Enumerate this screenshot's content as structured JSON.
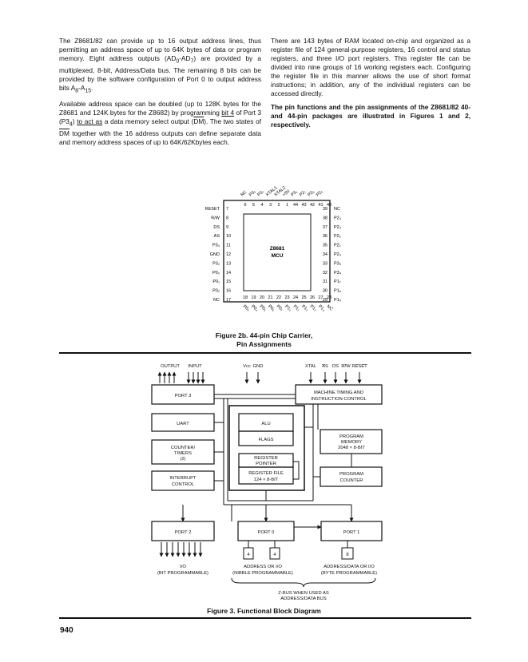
{
  "left_column": {
    "para1_pre": "The Z8681/82 can provide up to 16 output address lines, thus permitting an address space of up to 64K bytes of data or program memory. Eight address outputs (AD",
    "para1_mid": ") are provided by a multiplexed, 8-bit, Address/Data bus. The remaining 8 bits can be provided by the software configuration of Port 0 to output address bits A",
    "para1_end": ".",
    "sub_0": "0",
    "sub_dash": "-AD",
    "sub_7": "7",
    "sub_8": "8",
    "sub_a": "-A",
    "sub_15": "15",
    "para2_a": "Available address space can be doubled (up to 128K bytes for the Z8681 and 124K bytes for the Z8682) by programming ",
    "para2_bit4": "bit 4",
    "para2_b": " of Port 3 (P3",
    "para2_sub4": "4",
    "para2_c": ") ",
    "para2_actas": "to act as",
    "para2_d": " a data memory select output (",
    "dm": "DM",
    "para2_e": "). The two states of ",
    "para2_f": " together with the 16 address outputs can define separate data and memory address spaces of up to 64K/62Kbytes each."
  },
  "right_column": {
    "para1": "There are 143 bytes of RAM located on-chip and organized as a register file of 124 general-purpose registers, 16 control and status registers, and three I/O port registers. This register file can be divided into nine groups of 16 working registers each. Configuring the register file in this manner allows the use of short format instructions; in addition, any of the individual registers can be accessed directly.",
    "para2": "The pin functions and the pin assignments of the Z8681/82 40- and 44-pin packages are illustrated in Figures 1 and 2, respectively."
  },
  "figure2b": {
    "caption_line1": "Figure 2b. 44-pin Chip Carrier,",
    "caption_line2": "Pin Assignments",
    "chip_label1": "Z8681",
    "chip_label2": "MCU",
    "top_signals": [
      "NC",
      "P3₅",
      "P3₇",
      "XTAL1",
      "XTAL2",
      "+5V",
      "P3₁",
      "P2₇",
      "P2₆",
      "P2₅"
    ],
    "top_pins": [
      "6",
      "5",
      "4",
      "3",
      "2",
      "1",
      "44",
      "43",
      "42",
      "41",
      "40"
    ],
    "left_signals": [
      "RESET",
      "R/W",
      "DS",
      "AS",
      "P3₄",
      "GND",
      "P3₂",
      "P0₀",
      "P0₁",
      "P0₂",
      "NC"
    ],
    "left_pins": [
      "7",
      "8",
      "9",
      "10",
      "11",
      "12",
      "13",
      "14",
      "15",
      "16",
      "17"
    ],
    "right_signals": [
      "NC",
      "P2₄",
      "P2₃",
      "P2₂",
      "P2₁",
      "P2₀",
      "P3₃",
      "P3₄",
      "P1₇",
      "P1₆",
      "P1₅"
    ],
    "right_pins": [
      "39",
      "38",
      "37",
      "36",
      "35",
      "34",
      "33",
      "32",
      "31",
      "30",
      "29"
    ],
    "bottom_pins": [
      "18",
      "19",
      "20",
      "21",
      "22",
      "23",
      "24",
      "25",
      "26",
      "27",
      "28"
    ],
    "bottom_signals": [
      "P0₃",
      "P0₄",
      "P0₅",
      "P0₆",
      "P0₇",
      "P1₀",
      "P1₁",
      "P1₂",
      "P1₃",
      "P1₄",
      "NC"
    ]
  },
  "figure3": {
    "caption": "Figure 3. Functional Block Diagram",
    "output_label": "OUTPUT",
    "input_label": "INPUT",
    "vcc_label": "Vcc",
    "gnd_label": "GND",
    "xtal_label": "XTAL",
    "as_label": "AS",
    "ds_label": "DS",
    "rw_label": "R/W",
    "reset_label": "RESET",
    "port3": "PORT 3",
    "uart": "UART",
    "counter_l1": "COUNTER/",
    "counter_l2": "TIMERS",
    "counter_l3": "(2)",
    "interrupt_l1": "INTERRUPT",
    "interrupt_l2": "CONTROL",
    "alu": "ALU",
    "flags": "FLAGS",
    "regptr_l1": "REGISTER",
    "regptr_l2": "POINTER",
    "regfile_l1": "REGISTER FILE",
    "regfile_l2": "124 × 8-BIT",
    "timing_l1": "MACHINE TIMING AND",
    "timing_l2": "INSTRUCTION CONTROL",
    "progmem_l1": "PROGRAM",
    "progmem_l2": "MEMORY",
    "progmem_l3": "2048 × 8-BIT",
    "progctr_l1": "PROGRAM",
    "progctr_l2": "COUNTER",
    "port2": "PORT 2",
    "port0": "PORT 0",
    "port1": "PORT 1",
    "bus4a": "4",
    "bus4b": "4",
    "bus8": "8",
    "io_l1": "I/O",
    "io_l2": "(BIT PROGRAMMABLE)",
    "addr_l1": "ADDRESS OR I/O",
    "addr_l2": "(NIBBLE PROGRAMMABLE)",
    "addrdata_l1": "ADDRESS/DATA OR I/O",
    "addrdata_l2": "(BYTE PROGRAMMABLE)",
    "zbus_l1": "Z-BUS WHEN USED AS",
    "zbus_l2": "ADDRESS/DATA BUS"
  },
  "page_number": "940"
}
